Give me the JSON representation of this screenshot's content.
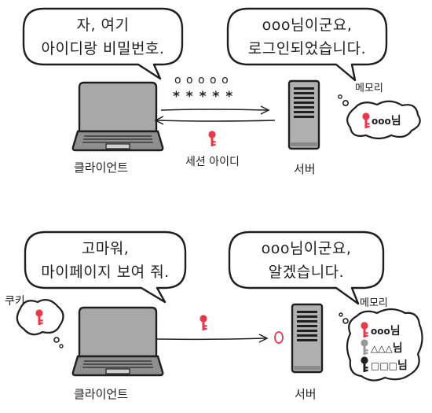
{
  "colors": {
    "key_red": "#e8394b",
    "key_gray": "#9a9a9a",
    "key_black": "#1f1f1f",
    "outline": "#1f1f1f",
    "laptop_screen": "#a8a8a8",
    "server_body": "#b0b0b0"
  },
  "scene1": {
    "client_bubble": {
      "line1": "자, 여기",
      "line2": "아이디랑 비밀번호."
    },
    "server_bubble": {
      "line1": "ooo님이군요,",
      "line2": "로그인되었습니다."
    },
    "credentials": {
      "id_mask": "o o o o o",
      "pw_mask": "* * * * *"
    },
    "client_label": "클라이언트",
    "server_label": "서버",
    "session_label": "세션 아이디",
    "memory_label": "메모리",
    "memory_items": [
      {
        "mark": "ooo",
        "suffix": "님",
        "key": "red"
      }
    ]
  },
  "scene2": {
    "client_bubble": {
      "line1": "고마워,",
      "line2": "마이페이지 보여 줘."
    },
    "server_bubble": {
      "line1": "ooo님이군요,",
      "line2": "알겠습니다."
    },
    "cookie_label": "쿠키",
    "client_label": "클라이언트",
    "server_label": "서버",
    "memory_label": "메모리",
    "memory_items": [
      {
        "mark": "ooo",
        "suffix": "님",
        "key": "red"
      },
      {
        "mark": "△△△",
        "suffix": "님",
        "key": "gray"
      },
      {
        "mark": "□□□",
        "suffix": "님",
        "key": "black"
      }
    ]
  }
}
